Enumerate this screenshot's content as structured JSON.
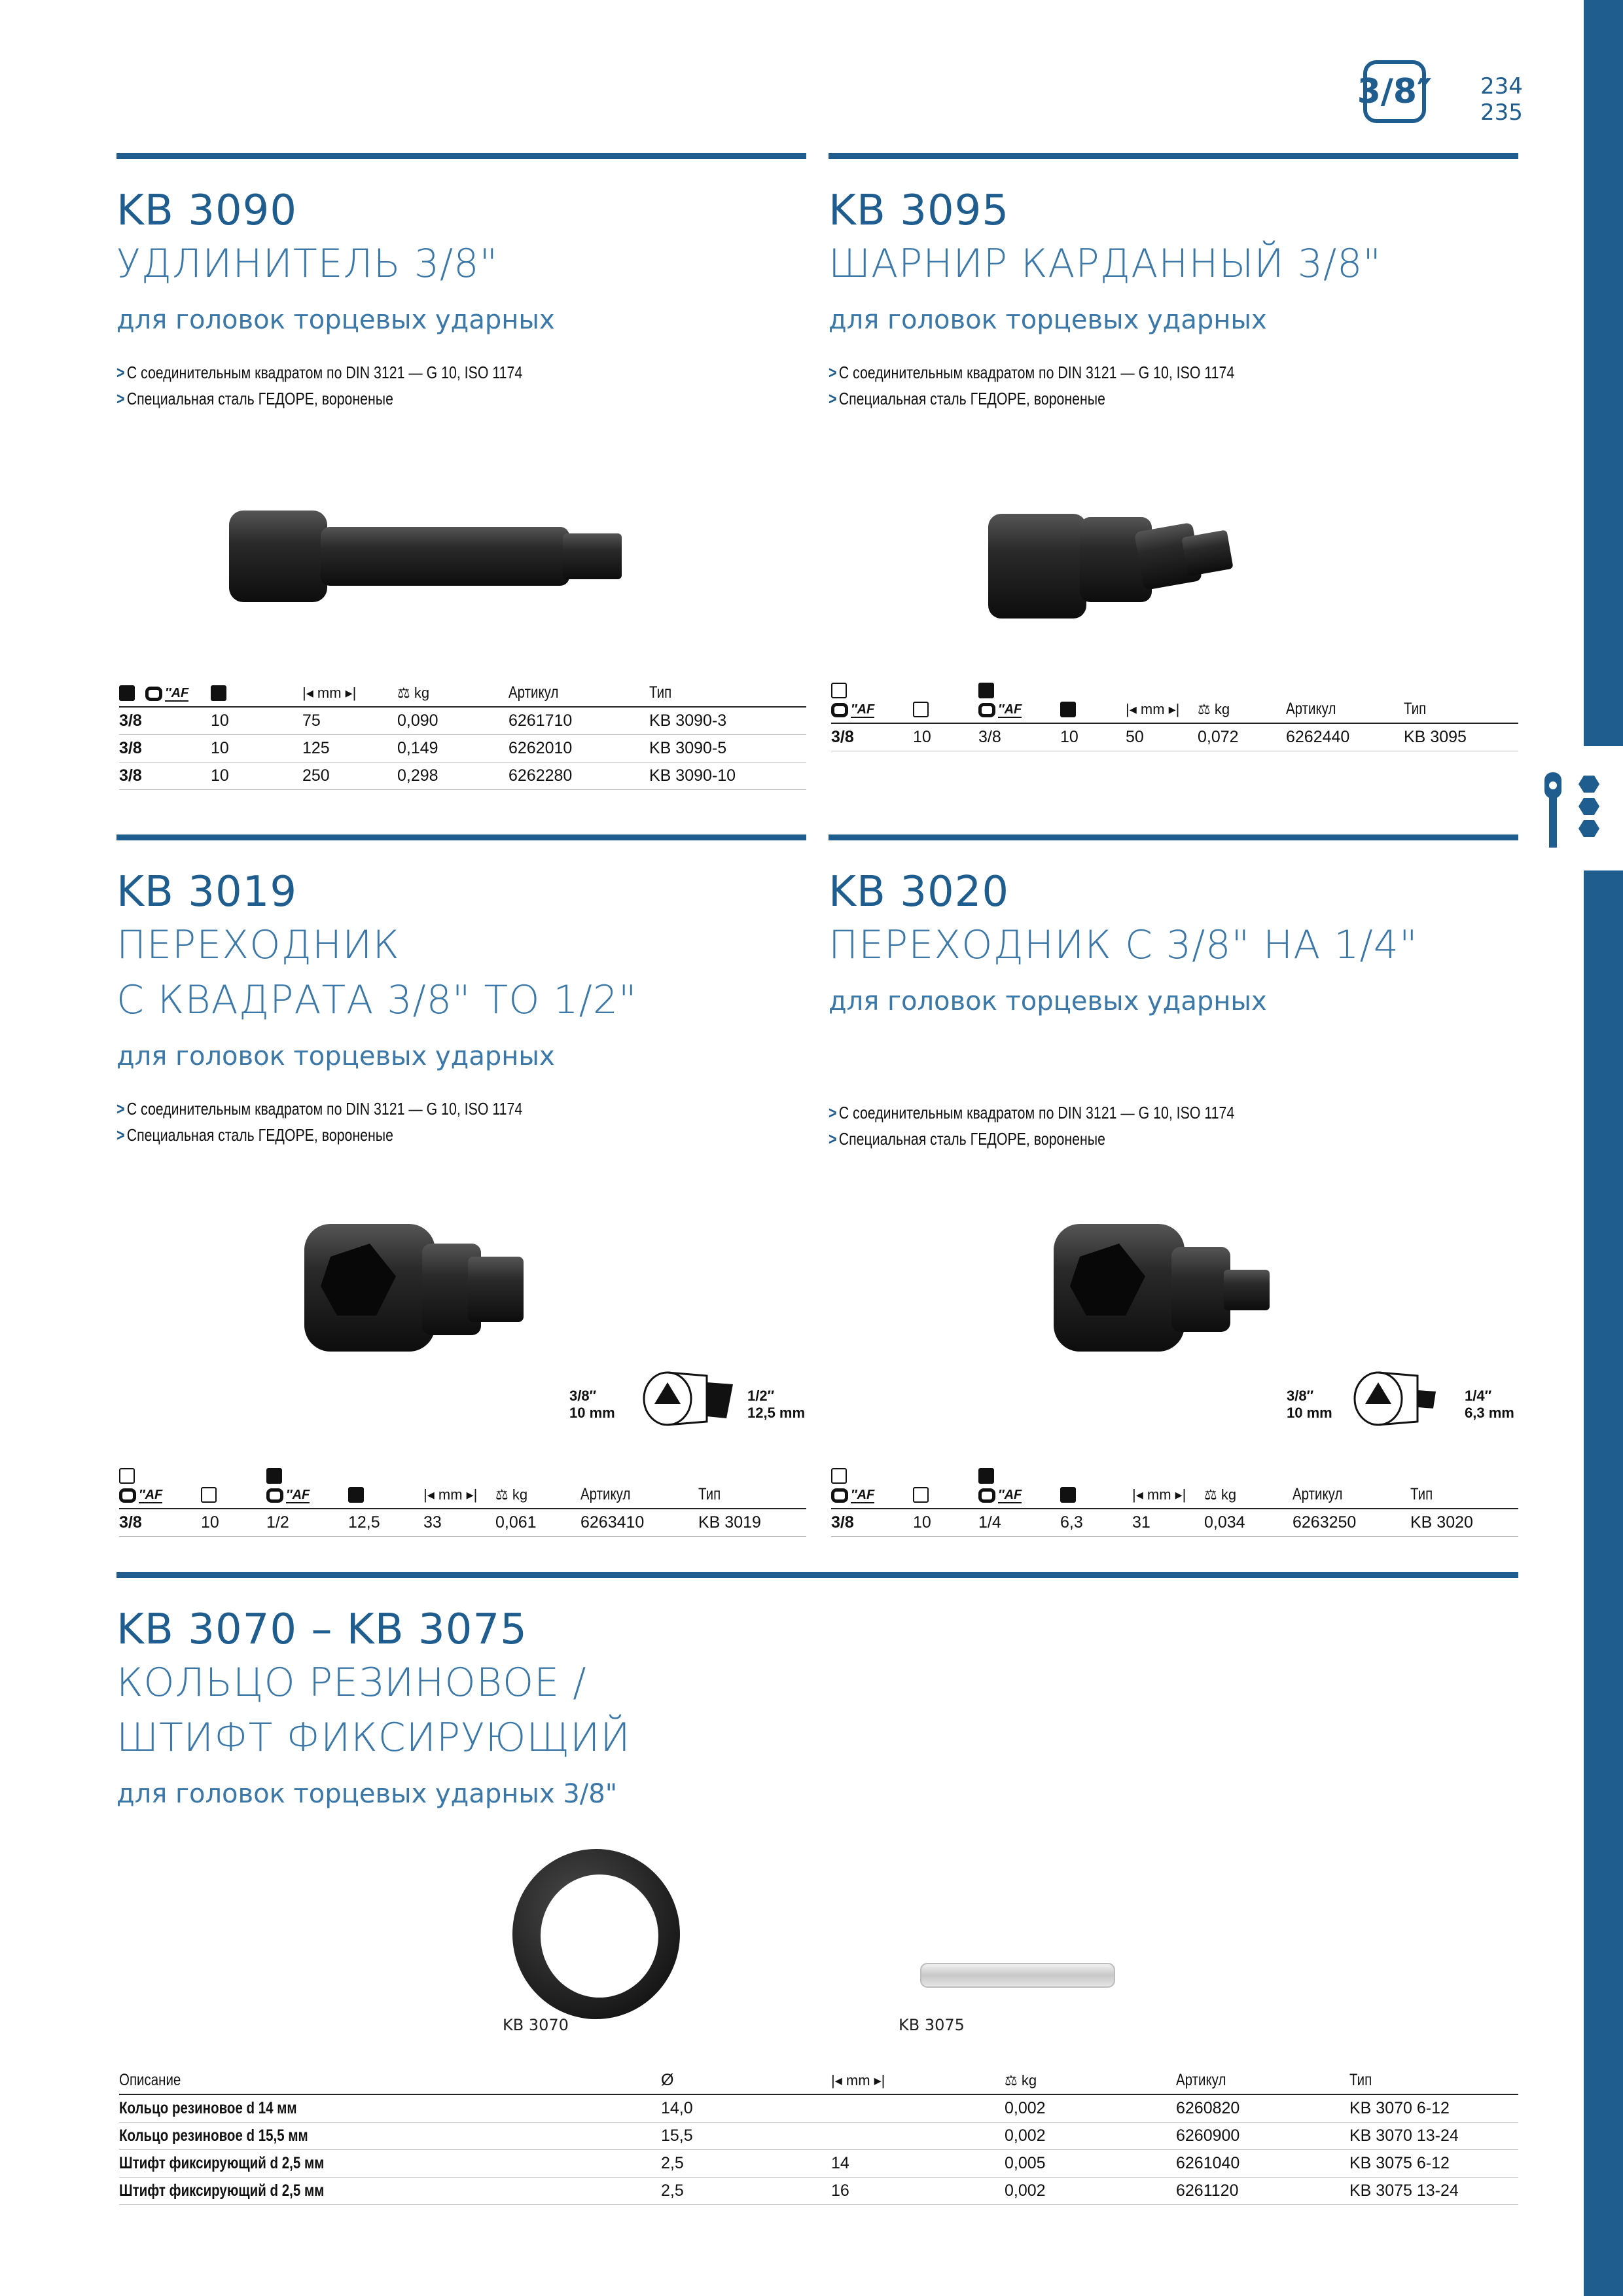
{
  "header": {
    "badge": "3/8″",
    "pages": [
      "234",
      "235"
    ]
  },
  "sections": [
    {
      "code": "KB 3090",
      "title_lines": [
        "УДЛИНИТЕЛЬ 3/8\""
      ],
      "subtitle": "для головок торцевых ударных",
      "bullets": [
        "С соединительным квадратом по DIN 3121 — G 10, ISO 1174",
        "Специальная сталь ГЕДОРЕ, вороненые"
      ],
      "table": {
        "headers": [
          "",
          "″AF",
          "",
          "mm",
          "kg",
          "Артикул",
          "Тип"
        ],
        "rows": [
          [
            "3/8",
            "10",
            "75",
            "0,090",
            "6261710",
            "KB 3090-3"
          ],
          [
            "3/8",
            "10",
            "125",
            "0,149",
            "6262010",
            "KB 3090-5"
          ],
          [
            "3/8",
            "10",
            "250",
            "0,298",
            "6262280",
            "KB 3090-10"
          ]
        ]
      }
    },
    {
      "code": "KB 3095",
      "title_lines": [
        "ШАРНИР КАРДАННЫЙ 3/8\""
      ],
      "subtitle": "для головок торцевых ударных",
      "bullets": [
        "С соединительным квадратом по DIN 3121 — G 10, ISO 1174",
        "Специальная сталь ГЕДОРЕ, вороненые"
      ],
      "table": {
        "headers": [
          "″AF",
          "",
          "″AF",
          "",
          "mm",
          "kg",
          "Артикул",
          "Тип"
        ],
        "rows": [
          [
            "3/8",
            "10",
            "3/8",
            "10",
            "50",
            "0,072",
            "6262440",
            "KB 3095"
          ]
        ]
      }
    },
    {
      "code": "KB 3019",
      "title_lines": [
        "ПЕРЕХОДНИК",
        "С КВАДРАТА 3/8\" ТО 1/2\""
      ],
      "subtitle": "для головок торцевых ударных",
      "bullets": [
        "С соединительным квадратом по DIN 3121 — G 10, ISO 1174",
        "Специальная сталь ГЕДОРЕ, вороненые"
      ],
      "diagram": {
        "left": [
          "3/8″",
          "10 mm"
        ],
        "right": [
          "1/2″",
          "12,5 mm"
        ]
      },
      "table": {
        "headers": [
          "″AF",
          "",
          "″AF",
          "",
          "mm",
          "kg",
          "Артикул",
          "Тип"
        ],
        "rows": [
          [
            "3/8",
            "10",
            "1/2",
            "12,5",
            "33",
            "0,061",
            "6263410",
            "KB 3019"
          ]
        ]
      }
    },
    {
      "code": "KB 3020",
      "title_lines": [
        "ПЕРЕХОДНИК С 3/8\" НА 1/4\""
      ],
      "subtitle": "для головок торцевых ударных",
      "bullets": [
        "С соединительным квадратом по DIN 3121 — G 10, ISO 1174",
        "Специальная сталь ГЕДОРЕ, вороненые"
      ],
      "diagram": {
        "left": [
          "3/8″",
          "10 mm"
        ],
        "right": [
          "1/4″",
          "6,3 mm"
        ]
      },
      "table": {
        "headers": [
          "″AF",
          "",
          "″AF",
          "",
          "mm",
          "kg",
          "Артикул",
          "Тип"
        ],
        "rows": [
          [
            "3/8",
            "10",
            "1/4",
            "6,3",
            "31",
            "0,034",
            "6263250",
            "KB 3020"
          ]
        ]
      }
    },
    {
      "code": "KB 3070 – KB 3075",
      "title_lines": [
        "КОЛЬЦО РЕЗИНОВОЕ /",
        "ШТИФТ ФИКСИРУЮЩИЙ"
      ],
      "subtitle": "для головок торцевых ударных 3/8\"",
      "captions": [
        "KB 3070",
        "KB 3075"
      ],
      "table": {
        "headers": [
          "Описание",
          "Ø",
          "mm",
          "kg",
          "Артикул",
          "Тип"
        ],
        "rows": [
          [
            "Кольцо резиновое d 14 мм",
            "14,0",
            "",
            "0,002",
            "6260820",
            "KB 3070 6-12"
          ],
          [
            "Кольцо резиновое d 15,5 мм",
            "15,5",
            "",
            "0,002",
            "6260900",
            "KB 3070 13-24"
          ],
          [
            "Штифт фиксирующий d 2,5 мм",
            "2,5",
            "14",
            "0,005",
            "6261040",
            "KB 3075 6-12"
          ],
          [
            "Штифт фиксирующий d 2,5 мм",
            "2,5",
            "16",
            "0,002",
            "6261120",
            "KB 3075 13-24"
          ]
        ]
      }
    }
  ]
}
